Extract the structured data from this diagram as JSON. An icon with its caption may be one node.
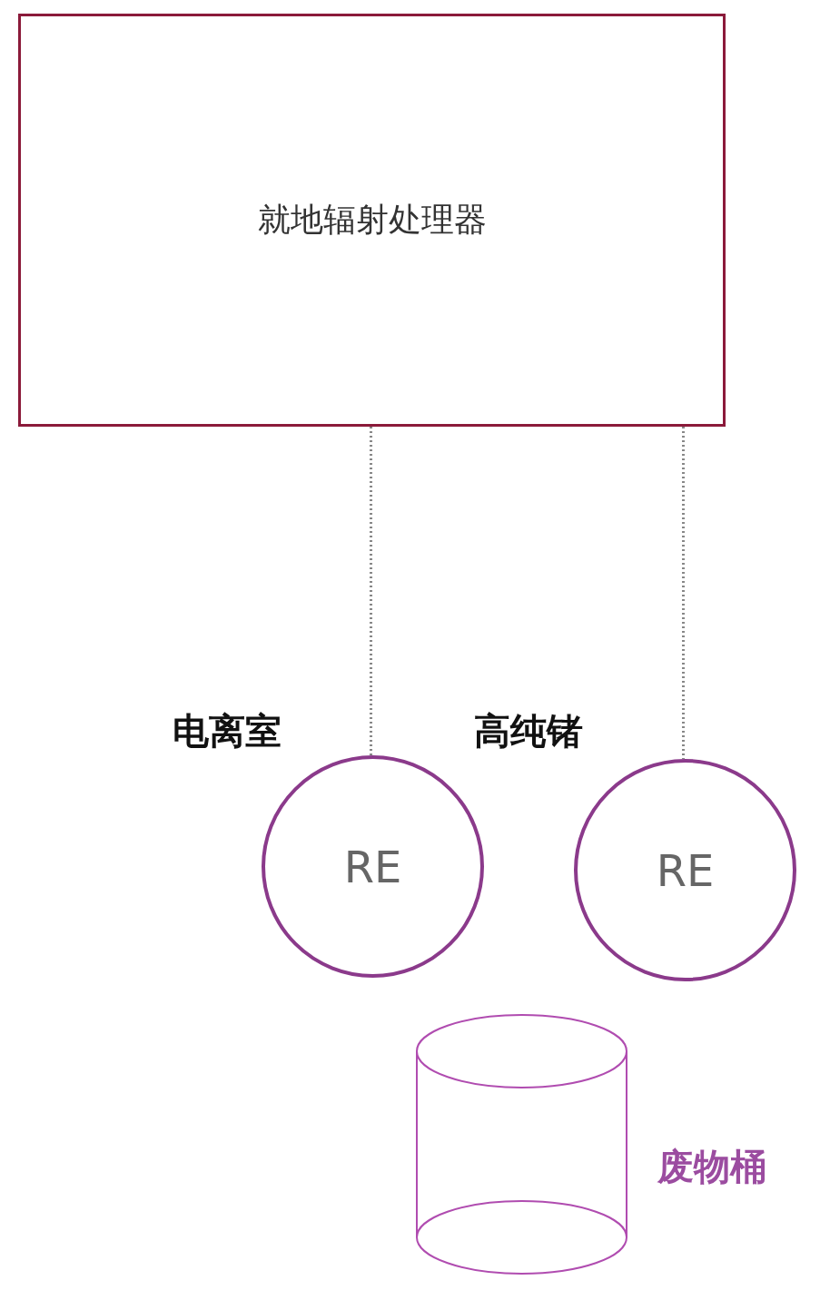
{
  "diagram": {
    "nodes": [
      {
        "text": [
          "就地辐射处理器"
        ]
      },
      {
        "text": [
          "RE"
        ],
        "beside": [
          "电离室"
        ]
      },
      {
        "text": [
          "RE"
        ],
        "beside": [
          "高纯锗"
        ]
      },
      {
        "text": [],
        "shape": "cylinder",
        "beside": [
          "废物桶"
        ]
      }
    ],
    "edges": [
      {
        "from": 0,
        "to": 1,
        "arrow": "none",
        "style": "dashed"
      },
      {
        "from": 0,
        "to": 2,
        "arrow": "none",
        "style": "dashed"
      }
    ]
  }
}
